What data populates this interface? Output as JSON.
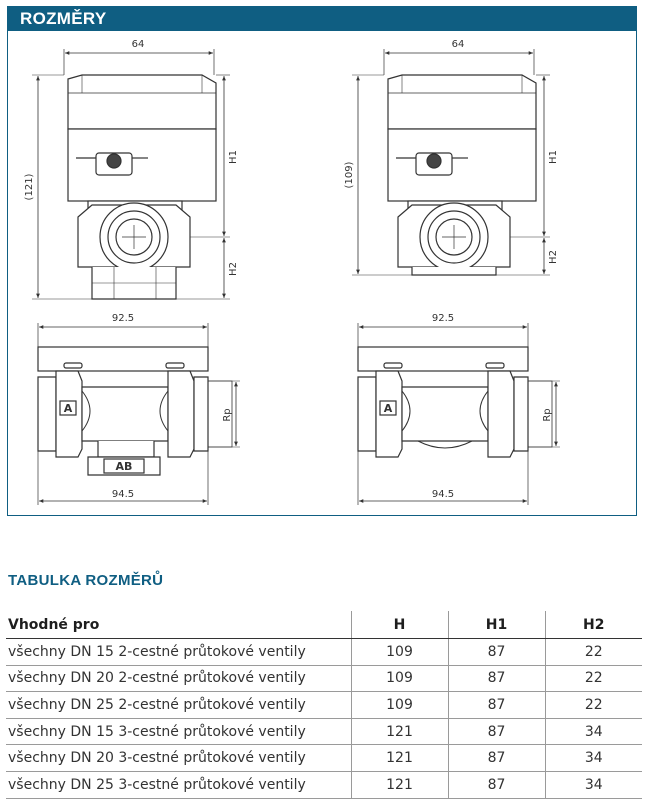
{
  "header": {
    "title": "ROZMĚRY"
  },
  "drawings": {
    "top_left": {
      "width_label": "64",
      "total_height_label": "(121)",
      "h1_label": "H1",
      "h2_label": "H2"
    },
    "top_right": {
      "width_label": "64",
      "total_height_label": "(109)",
      "h1_label": "H1",
      "h2_label": "H2"
    },
    "bottom_left": {
      "top_width_label": "92.5",
      "bottom_width_label": "94.5",
      "rp_label": "Rp",
      "port_a_label": "A",
      "port_ab_label": "AB"
    },
    "bottom_right": {
      "top_width_label": "92.5",
      "bottom_width_label": "94.5",
      "rp_label": "Rp",
      "port_a_label": "A"
    }
  },
  "table": {
    "title": "TABULKA ROZMĚRŮ",
    "headers": [
      "Vhodné pro",
      "H",
      "H1",
      "H2"
    ],
    "rows": [
      [
        "všechny DN 15 2-cestné průtokové ventily",
        "109",
        "87",
        "22"
      ],
      [
        "všechny DN 20 2-cestné průtokové ventily",
        "109",
        "87",
        "22"
      ],
      [
        "všechny DN 25 2-cestné průtokové ventily",
        "109",
        "87",
        "22"
      ],
      [
        "všechny DN 15 3-cestné průtokové ventily",
        "121",
        "87",
        "34"
      ],
      [
        "všechny DN 20 3-cestné průtokové ventily",
        "121",
        "87",
        "34"
      ],
      [
        "všechny DN 25 3-cestné průtokové ventily",
        "121",
        "87",
        "34"
      ]
    ]
  }
}
